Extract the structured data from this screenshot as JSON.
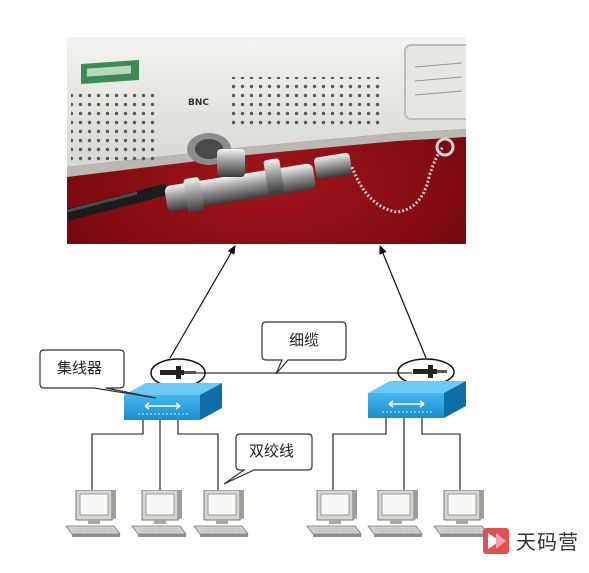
{
  "photo": {
    "port_label": "BNC"
  },
  "labels": {
    "hub": "集线器",
    "thin_cable": "细缆",
    "twisted_pair": "双绞线"
  },
  "watermark": {
    "text": "天码营",
    "logo_color": "#e05252"
  },
  "colors": {
    "hub_blue": "#1a8fd0",
    "photo_red": "#8c0c12",
    "photo_white": "#ecece8"
  }
}
